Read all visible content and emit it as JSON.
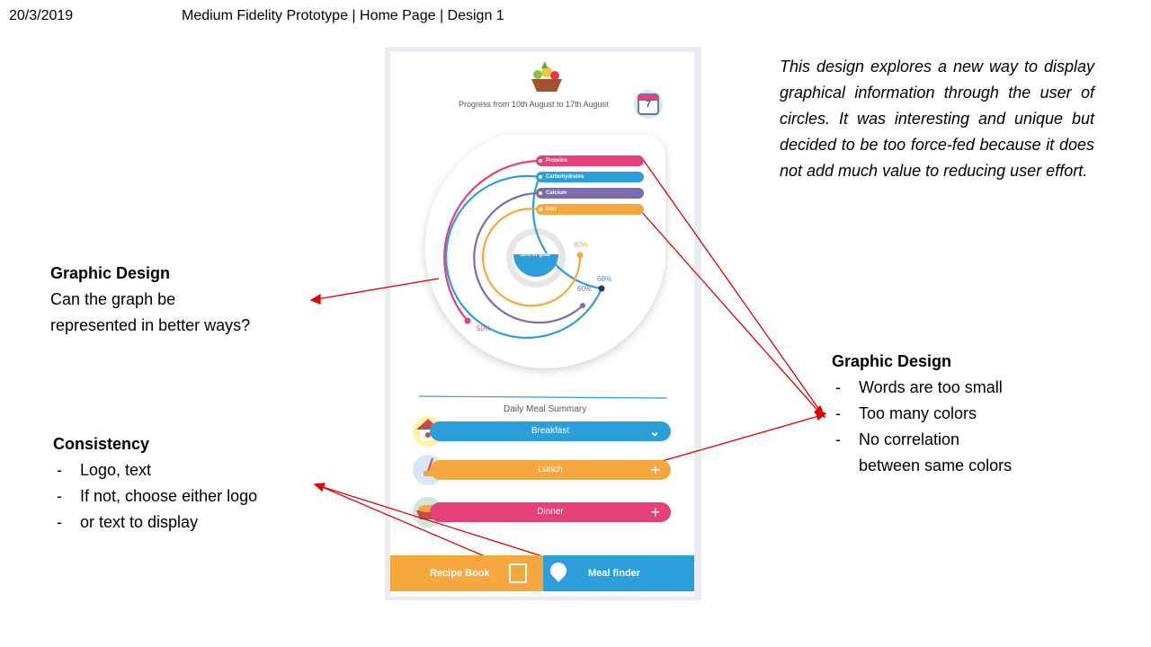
{
  "slide": {
    "date": "20/3/2019",
    "title": "Medium Fidelity Prototype | Home Page | Design 1",
    "note": "This design explores a new way to display graphical information through the user of circles. It was interesting and unique but decided to be too force-fed because it does not add much value to reducing user effort."
  },
  "callouts": {
    "graph": {
      "title": "Graphic Design",
      "text_line1": "Can the graph be",
      "text_line2": "represented in better ways?"
    },
    "consistency": {
      "title": "Consistency",
      "items": [
        "Logo, text",
        "If not, choose either logo",
        "or text to display"
      ]
    },
    "colors": {
      "title": "Graphic Design",
      "items": [
        "Words are too small",
        "Too many colors",
        "No correlation",
        "between same colors"
      ]
    }
  },
  "app": {
    "progress_text": "Progress from 10th August to 17th August",
    "calendar_day": "7",
    "goal_label": "50% of goal",
    "legend": [
      "Proteins",
      "Carbohydrates",
      "Calcium",
      "Iron"
    ],
    "percents": {
      "proteins": "50%",
      "carbohydrates": "68%",
      "calcium": "60%",
      "iron": "80%"
    },
    "daily_summary": "Daily Meal Summary",
    "meals": {
      "breakfast": "Breakfast",
      "lunch": "Lunch",
      "dinner": "Dinner"
    },
    "nav": {
      "recipe_book": "Recipe Book",
      "meal_finder": "Meal finder"
    }
  },
  "colors": {
    "proteins": "#e5407a",
    "carbohydrates": "#2c9ed9",
    "calcium": "#7b6bb3",
    "iron": "#f6a83f",
    "annotation_arrow": "#e00000"
  }
}
